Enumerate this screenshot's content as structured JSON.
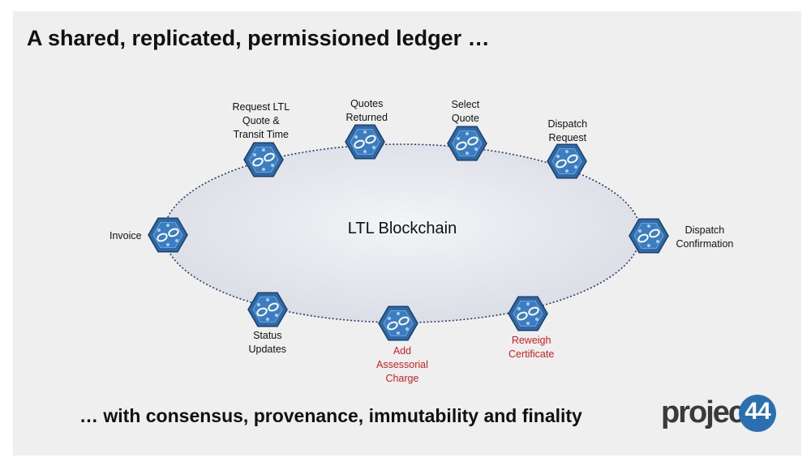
{
  "title": "A shared, replicated, permissioned ledger …",
  "center_label": "LTL Blockchain",
  "footer": "… with consensus, provenance, immutability and finality",
  "logo": {
    "text": "project",
    "number": "44"
  },
  "colors": {
    "node_fill": "#2f6aa8",
    "node_stroke": "#1d3f66",
    "highlight": "#d22020",
    "ellipse": "#e2e4ea"
  },
  "nodes": [
    {
      "id": "request-ltl-quote",
      "lines": [
        "Request LTL",
        "Quote &",
        "Transit Time"
      ],
      "highlight": false,
      "icon": "blockchain-hex-icon"
    },
    {
      "id": "quotes-returned",
      "lines": [
        "Quotes",
        "Returned"
      ],
      "highlight": false,
      "icon": "blockchain-hex-icon"
    },
    {
      "id": "select-quote",
      "lines": [
        "Select",
        "Quote"
      ],
      "highlight": false,
      "icon": "blockchain-hex-icon"
    },
    {
      "id": "dispatch-request",
      "lines": [
        "Dispatch",
        "Request"
      ],
      "highlight": false,
      "icon": "blockchain-hex-icon"
    },
    {
      "id": "dispatch-confirmation",
      "lines": [
        "Dispatch",
        "Confirmation"
      ],
      "highlight": false,
      "icon": "blockchain-hex-icon"
    },
    {
      "id": "reweigh-certificate",
      "lines": [
        "Reweigh",
        "Certificate"
      ],
      "highlight": true,
      "icon": "blockchain-hex-icon"
    },
    {
      "id": "add-assessorial-charge",
      "lines": [
        "Add",
        "Assessorial",
        "Charge"
      ],
      "highlight": true,
      "icon": "blockchain-hex-icon"
    },
    {
      "id": "status-updates",
      "lines": [
        "Status",
        "Updates"
      ],
      "highlight": false,
      "icon": "blockchain-hex-icon"
    },
    {
      "id": "invoice",
      "lines": [
        "Invoice"
      ],
      "highlight": false,
      "icon": "blockchain-hex-icon"
    }
  ]
}
